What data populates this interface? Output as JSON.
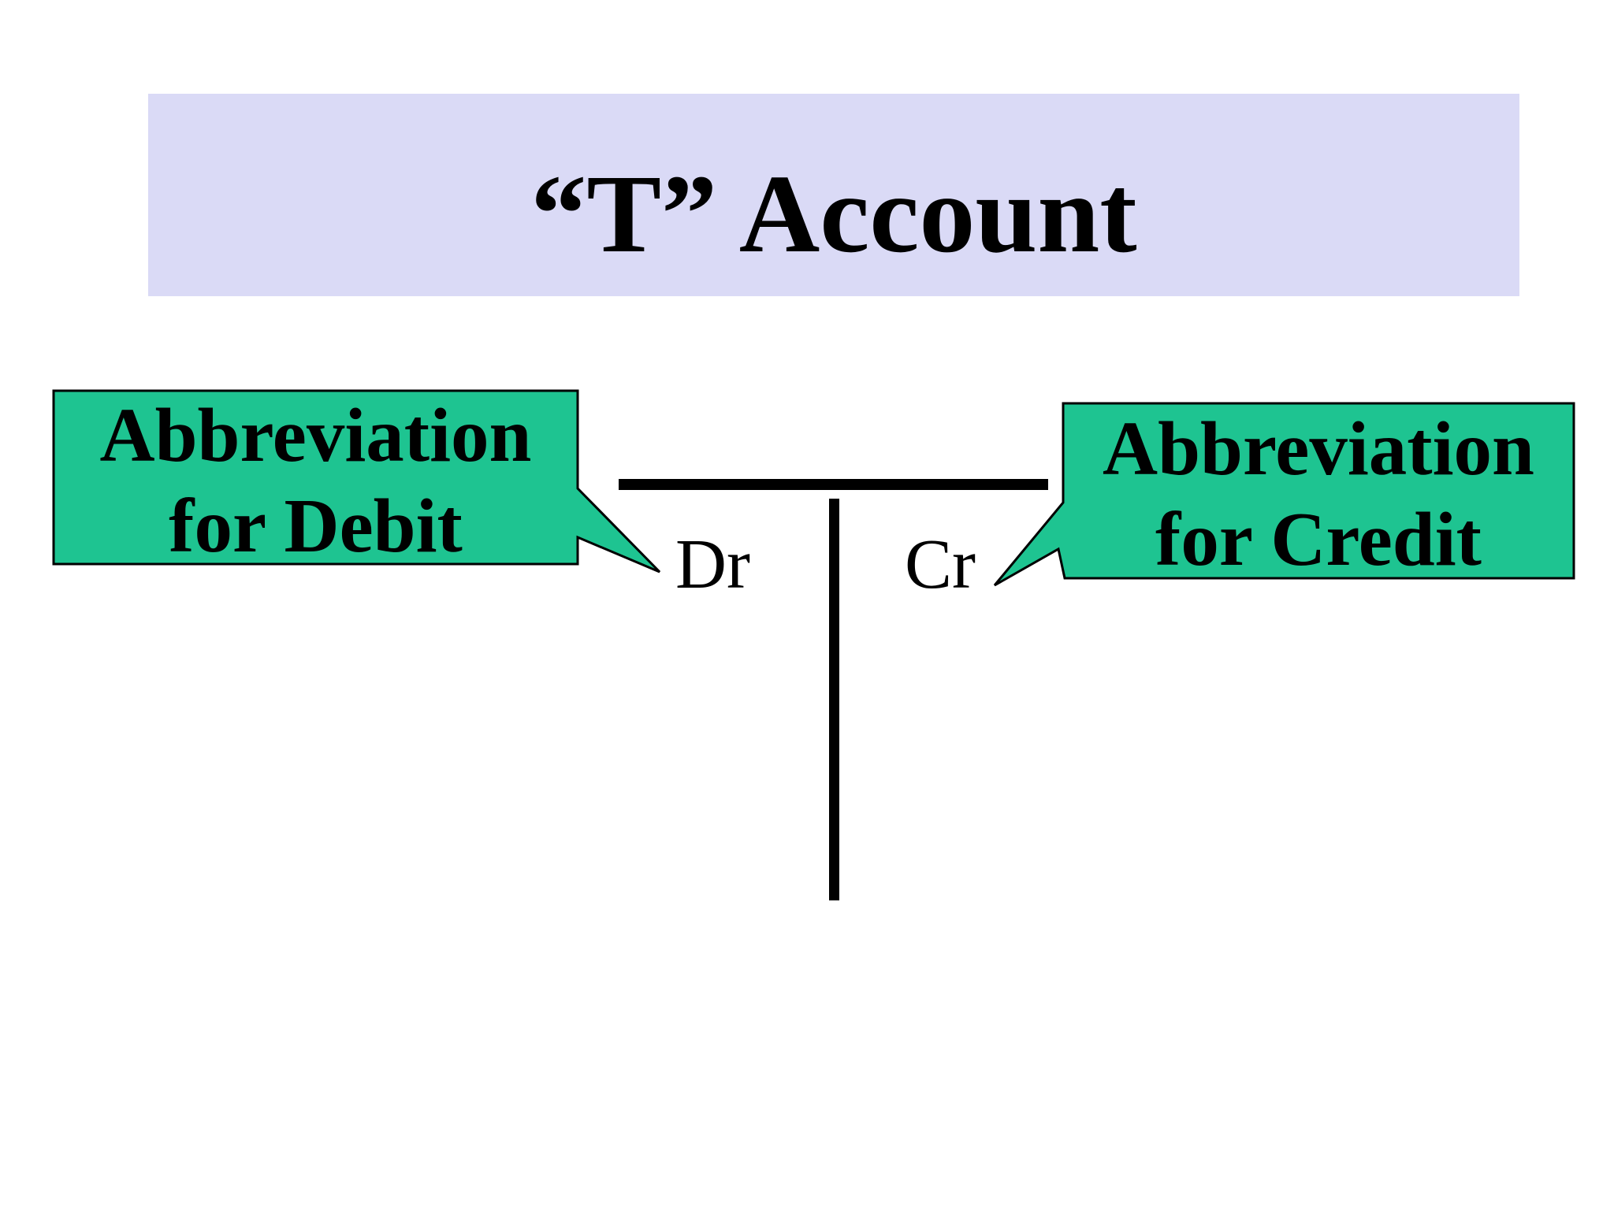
{
  "title": {
    "text": "“T” Account"
  },
  "callouts": {
    "debit": {
      "line1": "Abbreviation",
      "line2": "for Debit"
    },
    "credit": {
      "line1": "Abbreviation",
      "line2": "for Credit"
    }
  },
  "t_account": {
    "debit_abbreviation": "Dr",
    "credit_abbreviation": "Cr"
  },
  "colors": {
    "background": "#ffffff",
    "banner_fill": "#dadaf6",
    "callout_fill": "#1ec491",
    "callout_border": "#000000",
    "line_color": "#000000",
    "text_color": "#000000"
  }
}
